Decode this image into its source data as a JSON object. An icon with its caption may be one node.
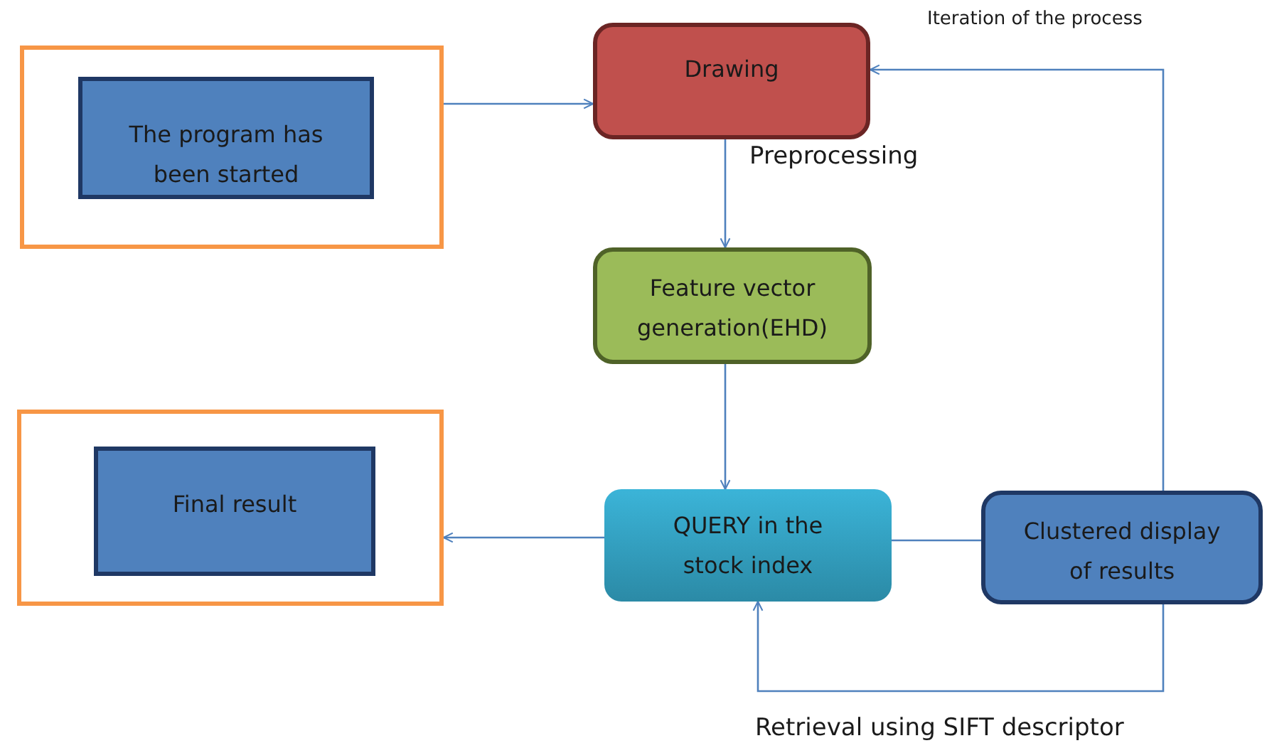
{
  "diagram": {
    "nodes": [
      {
        "text": [],
        "shape": "box"
      },
      {
        "text": [
          "The program has been started"
        ],
        "in": 0
      },
      {
        "text": [
          "Drawing"
        ]
      },
      {
        "text": [
          "Feature vector generation(EHD)"
        ]
      },
      {
        "text": [],
        "shape": "box"
      },
      {
        "text": [
          "Final result"
        ],
        "in": 4
      },
      {
        "text": [
          "QUERY in the stock index"
        ]
      },
      {
        "text": [
          "Clustered display of results"
        ]
      }
    ],
    "edges": [
      {
        "from": 0,
        "to": 2,
        "arrow": "to"
      },
      {
        "from": 2,
        "to": 3,
        "arrow": "to"
      },
      {
        "from": 3,
        "to": 6,
        "arrow": "to"
      },
      {
        "from": 6,
        "to": 4,
        "arrow": "to"
      },
      {
        "from": 7,
        "to": 6,
        "arrow": "none"
      },
      {
        "from": 7,
        "to": 2,
        "arrow": "to"
      },
      {
        "from": 7,
        "to": 6,
        "arrow": "to"
      }
    ],
    "labels": [
      "Iteration of the process",
      "Preprocessing",
      "Retrieval using SIFT descriptor"
    ]
  }
}
